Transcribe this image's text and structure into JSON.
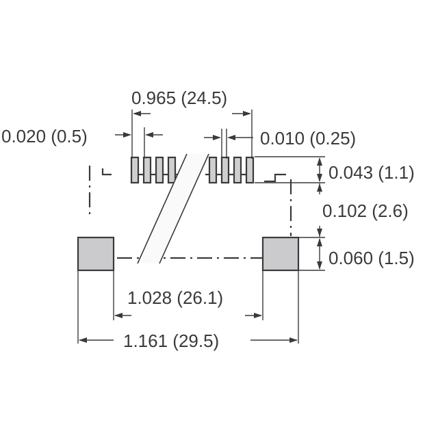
{
  "diagram": {
    "type": "mechanical-dimension-drawing",
    "units_note": "inches (millimeters)",
    "colors": {
      "line": "#3a3a3a",
      "pin_fill": "#cfcfcf",
      "pad_fill": "#cbcbcd",
      "background": "#ffffff"
    },
    "dimensions": {
      "pin_span": "0.965 (24.5)",
      "pin_width": "0.020 (0.5)",
      "pin_gap": "0.010 (0.25)",
      "pin_height": "0.043 (1.1)",
      "pin_to_pad": "0.102 (2.6)",
      "pad_height": "0.060 (1.5)",
      "inner_pad_span": "1.028 (26.1)",
      "overall_width": "1.161 (29.5)"
    },
    "features": {
      "left_pins": 4,
      "right_pins": 4,
      "mounting_pads": 2,
      "break_line": "diagonal break band between pin groups"
    }
  }
}
